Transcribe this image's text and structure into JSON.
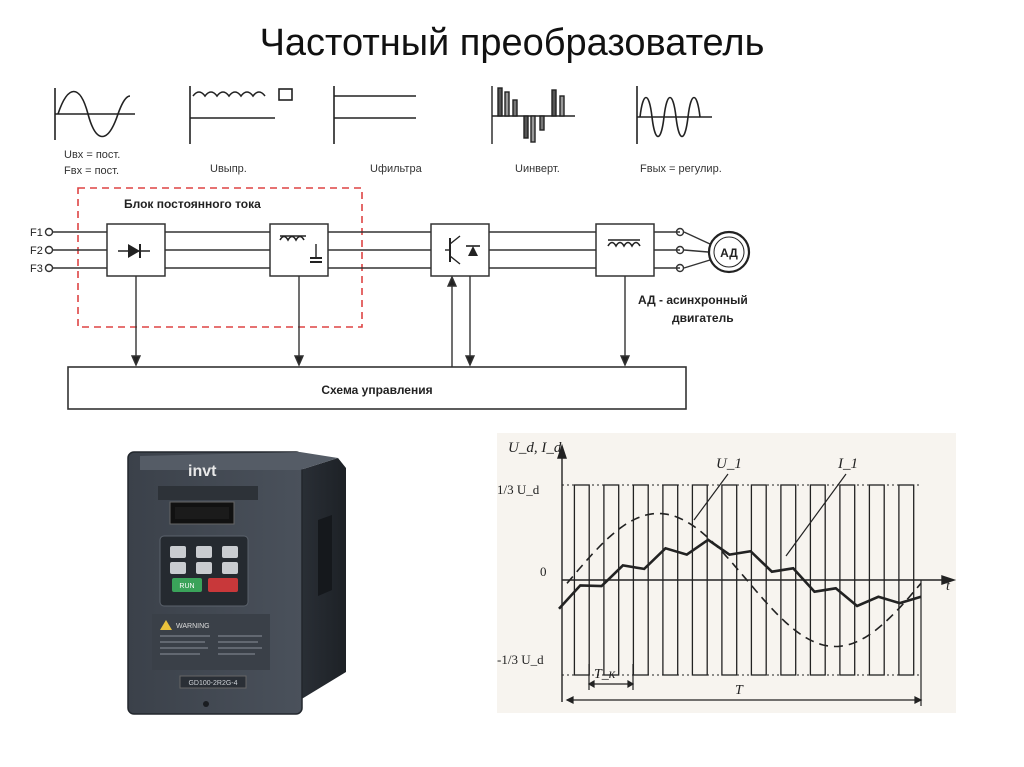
{
  "slide": {
    "title": "Частотный преобразователь"
  },
  "waveforms": [
    {
      "line1": "Uвх = пост.",
      "line2": "Fвх = пост."
    },
    {
      "line1": "Uвыпр.",
      "line2": ""
    },
    {
      "line1": "Uфильтра",
      "line2": ""
    },
    {
      "line1": "Uинверт.",
      "line2": ""
    },
    {
      "line1": "Fвых = регулир.",
      "line2": ""
    }
  ],
  "diagram": {
    "dc_block_label": "Блок постоянного тока",
    "phases": [
      "F1",
      "F2",
      "F3"
    ],
    "motor_badge": "АД",
    "motor_note_line1": "АД - асинхронный",
    "motor_note_line2": "двигатель",
    "control_label": "Схема управления"
  },
  "device": {
    "brand": "invt",
    "warning_title": "WARNING",
    "model_label": "GD100-2R2G-4",
    "run_label": "RUN"
  },
  "chart_data": {
    "type": "line",
    "ylabel": "U_d, I_d",
    "xlabel": "t",
    "y_ticks": [
      "1/3 U_d",
      "0",
      "-1/3 U_d"
    ],
    "series": [
      {
        "name": "U_1",
        "style": "dashed"
      },
      {
        "name": "I_1",
        "style": "solid"
      }
    ],
    "annotations": [
      "T_к",
      "T"
    ],
    "pulse_levels": [
      0.333,
      -0.333
    ],
    "pulse_count": 12,
    "current_samples": [
      -0.08,
      -0.04,
      0.0,
      0.03,
      0.06,
      0.09,
      0.11,
      0.12,
      0.11,
      0.08,
      0.05,
      0.02,
      -0.02,
      -0.05,
      -0.07,
      -0.08,
      -0.06,
      -0.08
    ]
  }
}
